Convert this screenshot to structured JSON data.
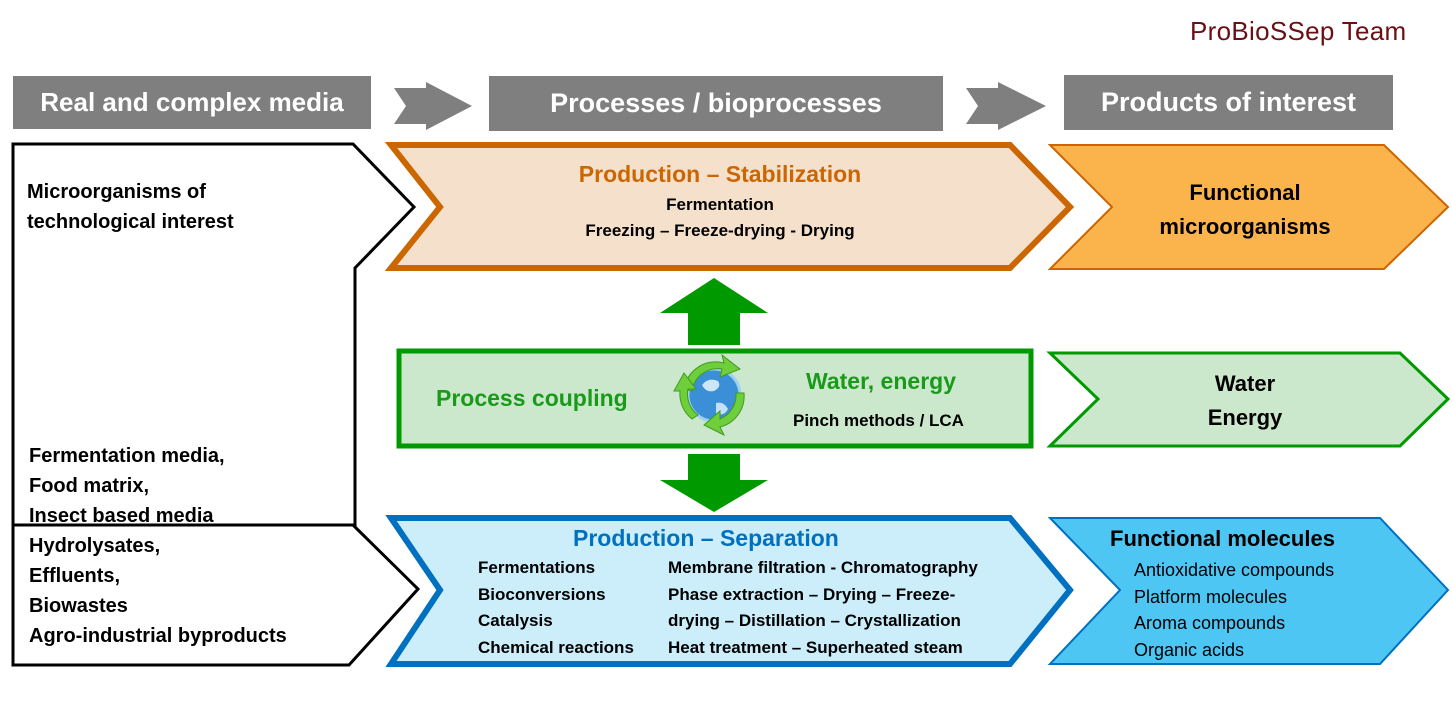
{
  "team_label": "ProBioSSep Team",
  "headers": {
    "inputs": "Real and complex media",
    "processes": "Processes / bioprocesses",
    "products": "Products of interest"
  },
  "inputs": {
    "microorganisms": [
      "Microorganisms of",
      "technological interest"
    ],
    "media": [
      "Fermentation media,",
      "Food matrix,",
      "Insect based media",
      "Hydrolysates,",
      "Effluents,",
      "Biowastes",
      "Agro-industrial byproducts"
    ]
  },
  "stabilization": {
    "title": "Production – Stabilization",
    "lines": [
      "Fermentation",
      "Freezing – Freeze-drying - Drying"
    ],
    "color": "#cc6600",
    "fill": "#f5e0cc"
  },
  "coupling": {
    "title": "Process coupling",
    "subtitle": "Water, energy",
    "methods": "Pinch methods / LCA",
    "icon": "recycle-globe-icon",
    "color": "#009900",
    "fill": "#cce8cc"
  },
  "separation": {
    "title": "Production – Separation",
    "left_items": [
      "Fermentations",
      "Bioconversions",
      "Catalysis",
      "Chemical reactions"
    ],
    "right_items": [
      "Membrane filtration - Chromatography",
      "Phase extraction – Drying – Freeze-",
      "drying – Distillation – Crystallization",
      "Heat treatment – Superheated steam"
    ],
    "color": "#0070c0",
    "fill": "#cceefa"
  },
  "products": {
    "microorganisms": [
      "Functional",
      "microorganisms"
    ],
    "water_energy": [
      "Water",
      "Energy"
    ],
    "molecules_title": "Functional molecules",
    "molecules": [
      "Antioxidative compounds",
      "Platform molecules",
      "Aroma compounds",
      "Organic acids"
    ]
  },
  "colors": {
    "header_gray": "#7f7f7f",
    "orange_product": "#fbb44c",
    "blue_product": "#4dc6f4",
    "team_text": "#6b0f14"
  }
}
